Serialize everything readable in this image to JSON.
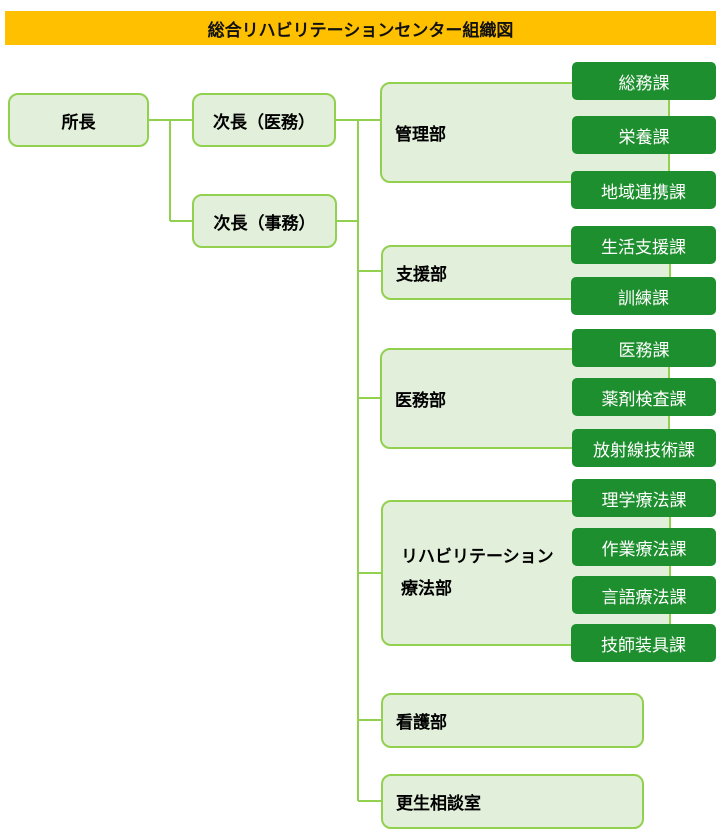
{
  "title": "総合リハビリテーションセンター組織図",
  "director": "所長",
  "deputies": [
    "次長（医務）",
    "次長（事務）"
  ],
  "departments": [
    {
      "name": "管理部",
      "sections": [
        "総務課",
        "栄養課",
        "地域連携課"
      ]
    },
    {
      "name": "支援部",
      "sections": [
        "生活支援課",
        "訓練課"
      ]
    },
    {
      "name": "医務部",
      "sections": [
        "医務課",
        "薬剤検査課",
        "放射線技術課"
      ]
    },
    {
      "name_lines": [
        "リハビリテーション",
        "療法部"
      ],
      "sections": [
        "理学療法課",
        "作業療法課",
        "言語療法課",
        "技師装具課"
      ]
    },
    {
      "name": "看護部",
      "sections": []
    },
    {
      "name": "更生相談室",
      "sections": []
    }
  ],
  "colors": {
    "title_bg": "#ffc000",
    "box_fill": "#e2efda",
    "box_border": "#92d050",
    "section_fill": "#1e8f2e",
    "section_text": "#ffffff"
  }
}
